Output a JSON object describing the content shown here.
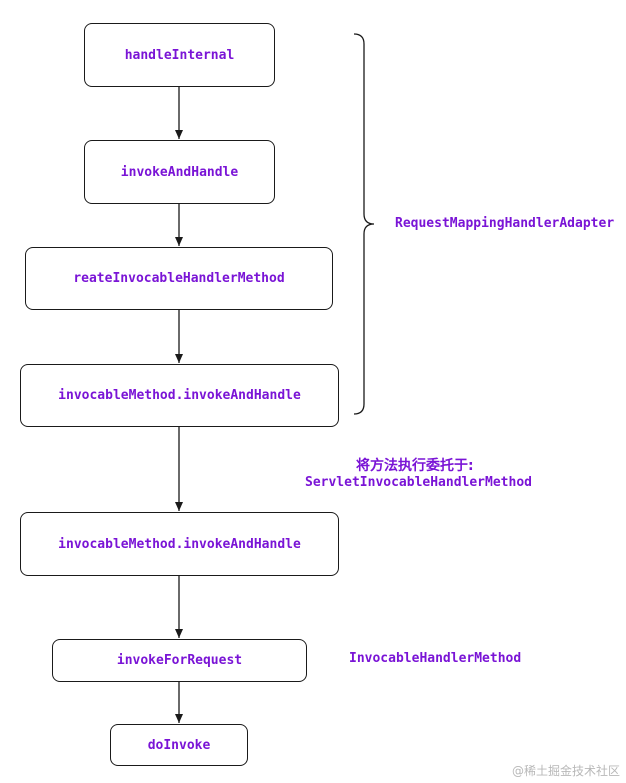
{
  "nodes": {
    "handle_internal": "handleInternal",
    "invoke_and_handle": "invokeAndHandle",
    "create_invocable": "reateInvocableHandlerMethod",
    "invocable_invoke_1": "invocableMethod.invokeAndHandle",
    "invocable_invoke_2": "invocableMethod.invokeAndHandle",
    "invoke_for_request": "invokeForRequest",
    "do_invoke": "doInvoke"
  },
  "annotations": {
    "adapter_group": "RequestMappingHandlerAdapter",
    "delegate_line1": "将方法执行委托于:",
    "delegate_line2": "ServletInvocableHandlerMethod",
    "invocable_handler_method": "InvocableHandlerMethod"
  },
  "watermark": "@稀土掘金技术社区",
  "colors": {
    "text_accent": "#7a14d6",
    "stroke": "#1a1a1a"
  }
}
